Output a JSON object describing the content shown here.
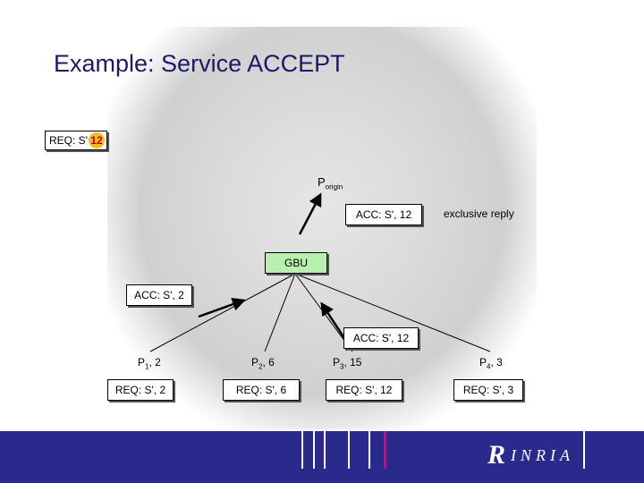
{
  "slide": {
    "title": "Example: Service ACCEPT"
  },
  "diagram": {
    "top_request": {
      "prefix": "REQ: S'",
      "value": "12"
    },
    "origin": {
      "base": "P",
      "sub": "origin"
    },
    "acc_origin": "ACC: S', 12",
    "reply_note": "exclusive reply",
    "gbu": "GBU",
    "acc_left": "ACC: S', 2",
    "acc_middle": "ACC: S', 12",
    "peers": [
      {
        "base": "P",
        "sub": "1",
        "suffix": ", 2",
        "request": "REQ: S', 2"
      },
      {
        "base": "P",
        "sub": "2",
        "suffix": ", 6",
        "request": "REQ: S', 6"
      },
      {
        "base": "P",
        "sub": "3",
        "suffix": ", 15",
        "request": "REQ: S', 12"
      },
      {
        "base": "P",
        "sub": "4",
        "suffix": ", 3",
        "request": "REQ: S', 3"
      }
    ]
  },
  "footer": {
    "logo_text": "INRIA",
    "logo_mark": "R",
    "colors": {
      "bar": "#2a2a8c",
      "accent": "#e0007a",
      "gbu": "#b9f0b0",
      "badge": "#f0c020"
    }
  }
}
